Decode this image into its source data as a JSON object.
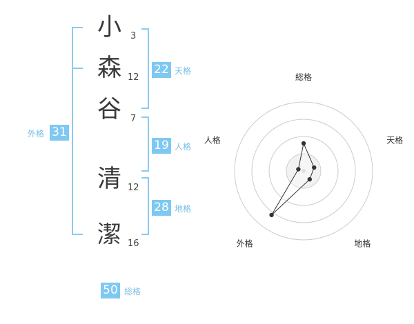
{
  "name": {
    "chars": [
      {
        "char": "小",
        "strokes": "3"
      },
      {
        "char": "森",
        "strokes": "12"
      },
      {
        "char": "谷",
        "strokes": "7"
      },
      {
        "char": "清",
        "strokes": "12"
      },
      {
        "char": "潔",
        "strokes": "16"
      }
    ]
  },
  "kakusu": {
    "tenkaku": {
      "value": "22",
      "label": "天格"
    },
    "jinkaku": {
      "value": "19",
      "label": "人格"
    },
    "chikaku": {
      "value": "28",
      "label": "地格"
    },
    "gaikaku": {
      "value": "31",
      "label": "外格"
    },
    "soukaku": {
      "value": "50",
      "label": "総格"
    }
  },
  "radar": {
    "axes": [
      "総格",
      "天格",
      "地格",
      "外格",
      "人格"
    ],
    "levels": 4,
    "values": [
      0.4,
      0.16,
      0.15,
      0.79,
      0.08
    ]
  },
  "colors": {
    "accent": "#7ec8f2",
    "bracket": "#8ccaf0"
  }
}
